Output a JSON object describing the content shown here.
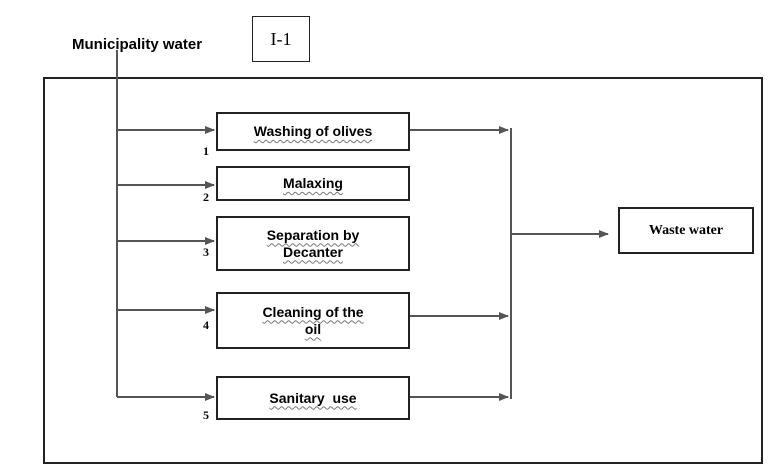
{
  "source": {
    "label": "Municipality water"
  },
  "figure_tag": "I-1",
  "processes": [
    {
      "number": "1",
      "lines": [
        "Washing of olives"
      ]
    },
    {
      "number": "2",
      "lines": [
        "Malaxing"
      ]
    },
    {
      "number": "3",
      "lines": [
        "Separation by",
        "Decanter"
      ]
    },
    {
      "number": "4",
      "lines": [
        "Cleaning of the",
        "oil"
      ]
    },
    {
      "number": "5",
      "lines": [
        "Sanitary  use"
      ]
    }
  ],
  "output": {
    "label": "Waste water"
  },
  "colors": {
    "line": "#555555",
    "border": "#222222"
  }
}
